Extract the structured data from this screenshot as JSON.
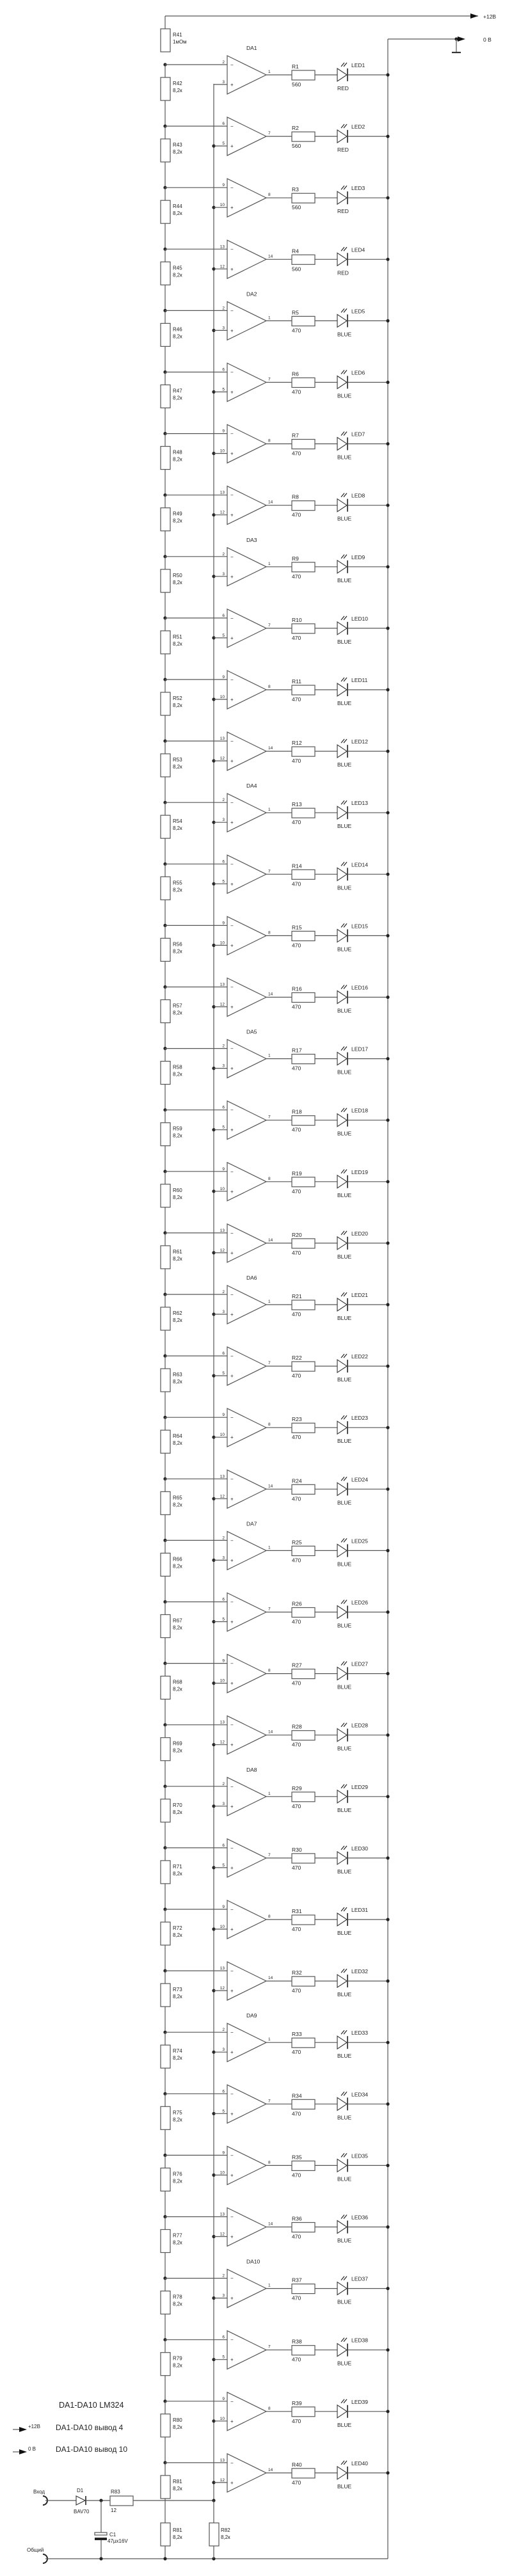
{
  "power": {
    "vplus_label": "+12В",
    "ground_label": "0 В"
  },
  "divider_top": {
    "ref": "R41",
    "value": "1мОм"
  },
  "divider_value": "8,2к",
  "bottom_resistors": [
    {
      "ref": "R81",
      "value": "8,2к"
    },
    {
      "ref": "R82",
      "value": "8,2к"
    }
  ],
  "opamp_chips": [
    "DA1",
    "DA2",
    "DA3",
    "DA4",
    "DA5",
    "DA6",
    "DA7",
    "DA8",
    "DA9",
    "DA10"
  ],
  "opamp_pins": [
    {
      "inv": "2",
      "noninv": "3",
      "out": "1"
    },
    {
      "inv": "6",
      "noninv": "5",
      "out": "7"
    },
    {
      "inv": "9",
      "noninv": "10",
      "out": "8"
    },
    {
      "inv": "13",
      "noninv": "12",
      "out": "14"
    }
  ],
  "stages": [
    {
      "r": "R1",
      "rv": "560",
      "led": "LED1",
      "color": "RED"
    },
    {
      "r": "R2",
      "rv": "560",
      "led": "LED2",
      "color": "RED"
    },
    {
      "r": "R3",
      "rv": "560",
      "led": "LED3",
      "color": "RED"
    },
    {
      "r": "R4",
      "rv": "560",
      "led": "LED4",
      "color": "RED"
    },
    {
      "r": "R5",
      "rv": "470",
      "led": "LED5",
      "color": "BLUE"
    },
    {
      "r": "R6",
      "rv": "470",
      "led": "LED6",
      "color": "BLUE"
    },
    {
      "r": "R7",
      "rv": "470",
      "led": "LED7",
      "color": "BLUE"
    },
    {
      "r": "R8",
      "rv": "470",
      "led": "LED8",
      "color": "BLUE"
    },
    {
      "r": "R9",
      "rv": "470",
      "led": "LED9",
      "color": "BLUE"
    },
    {
      "r": "R10",
      "rv": "470",
      "led": "LED10",
      "color": "BLUE"
    },
    {
      "r": "R11",
      "rv": "470",
      "led": "LED11",
      "color": "BLUE"
    },
    {
      "r": "R12",
      "rv": "470",
      "led": "LED12",
      "color": "BLUE"
    },
    {
      "r": "R13",
      "rv": "470",
      "led": "LED13",
      "color": "BLUE"
    },
    {
      "r": "R14",
      "rv": "470",
      "led": "LED14",
      "color": "BLUE"
    },
    {
      "r": "R15",
      "rv": "470",
      "led": "LED15",
      "color": "BLUE"
    },
    {
      "r": "R16",
      "rv": "470",
      "led": "LED16",
      "color": "BLUE"
    },
    {
      "r": "R17",
      "rv": "470",
      "led": "LED17",
      "color": "BLUE"
    },
    {
      "r": "R18",
      "rv": "470",
      "led": "LED18",
      "color": "BLUE"
    },
    {
      "r": "R19",
      "rv": "470",
      "led": "LED19",
      "color": "BLUE"
    },
    {
      "r": "R20",
      "rv": "470",
      "led": "LED20",
      "color": "BLUE"
    },
    {
      "r": "R21",
      "rv": "470",
      "led": "LED21",
      "color": "BLUE"
    },
    {
      "r": "R22",
      "rv": "470",
      "led": "LED22",
      "color": "BLUE"
    },
    {
      "r": "R23",
      "rv": "470",
      "led": "LED23",
      "color": "BLUE"
    },
    {
      "r": "R24",
      "rv": "470",
      "led": "LED24",
      "color": "BLUE"
    },
    {
      "r": "R25",
      "rv": "470",
      "led": "LED25",
      "color": "BLUE"
    },
    {
      "r": "R26",
      "rv": "470",
      "led": "LED26",
      "color": "BLUE"
    },
    {
      "r": "R27",
      "rv": "470",
      "led": "LED27",
      "color": "BLUE"
    },
    {
      "r": "R28",
      "rv": "470",
      "led": "LED28",
      "color": "BLUE"
    },
    {
      "r": "R29",
      "rv": "470",
      "led": "LED29",
      "color": "BLUE"
    },
    {
      "r": "R30",
      "rv": "470",
      "led": "LED30",
      "color": "BLUE"
    },
    {
      "r": "R31",
      "rv": "470",
      "led": "LED31",
      "color": "BLUE"
    },
    {
      "r": "R32",
      "rv": "470",
      "led": "LED32",
      "color": "BLUE"
    },
    {
      "r": "R33",
      "rv": "470",
      "led": "LED33",
      "color": "BLUE"
    },
    {
      "r": "R34",
      "rv": "470",
      "led": "LED34",
      "color": "BLUE"
    },
    {
      "r": "R35",
      "rv": "470",
      "led": "LED35",
      "color": "BLUE"
    },
    {
      "r": "R36",
      "rv": "470",
      "led": "LED36",
      "color": "BLUE"
    },
    {
      "r": "R37",
      "rv": "470",
      "led": "LED37",
      "color": "BLUE"
    },
    {
      "r": "R38",
      "rv": "470",
      "led": "LED38",
      "color": "BLUE"
    },
    {
      "r": "R39",
      "rv": "470",
      "led": "LED39",
      "color": "BLUE"
    },
    {
      "r": "R40",
      "rv": "470",
      "led": "LED40",
      "color": "BLUE"
    }
  ],
  "input": {
    "in_label": "Вход",
    "common_label": "Общий",
    "diode": {
      "ref": "D1",
      "value": "BAV70"
    },
    "resistor": {
      "ref": "R83",
      "value": "12"
    },
    "capacitor": {
      "ref": "C1",
      "value": "47µx16V"
    }
  },
  "notes": {
    "chip_type": "DA1-DA10 LM324",
    "vplus_legend": "+12В",
    "vplus_note": "DA1-DA10 вывод 4",
    "gnd_legend": "0 В",
    "gnd_note": "DA1-DA10 вывод 10"
  }
}
